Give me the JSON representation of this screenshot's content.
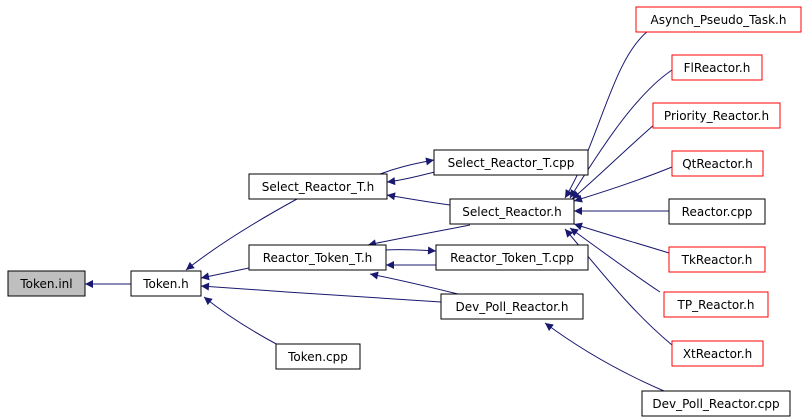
{
  "colors": {
    "edge": "#191970",
    "node_border_default": "#000000",
    "node_border_undocumented": "#ff0000",
    "node_fill_focus": "#bfbfbf",
    "node_fill": "#ffffff"
  },
  "nodes": {
    "token_inl": {
      "label": "Token.inl"
    },
    "token_h": {
      "label": "Token.h"
    },
    "select_reactor_t_h": {
      "label": "Select_Reactor_T.h"
    },
    "reactor_token_t_h": {
      "label": "Reactor_Token_T.h"
    },
    "token_cpp": {
      "label": "Token.cpp"
    },
    "select_reactor_t_cpp": {
      "label": "Select_Reactor_T.cpp"
    },
    "select_reactor_h": {
      "label": "Select_Reactor.h"
    },
    "reactor_token_t_cpp": {
      "label": "Reactor_Token_T.cpp"
    },
    "dev_poll_reactor_h": {
      "label": "Dev_Poll_Reactor.h"
    },
    "dev_poll_reactor_cpp": {
      "label": "Dev_Poll_Reactor.cpp"
    },
    "asynch_pseudo_task_h": {
      "label": "Asynch_Pseudo_Task.h"
    },
    "flreactor_h": {
      "label": "FlReactor.h"
    },
    "priority_reactor_h": {
      "label": "Priority_Reactor.h"
    },
    "qtreactor_h": {
      "label": "QtReactor.h"
    },
    "reactor_cpp": {
      "label": "Reactor.cpp"
    },
    "tkreactor_h": {
      "label": "TkReactor.h"
    },
    "tp_reactor_h": {
      "label": "TP_Reactor.h"
    },
    "xtreactor_h": {
      "label": "XtReactor.h"
    }
  }
}
